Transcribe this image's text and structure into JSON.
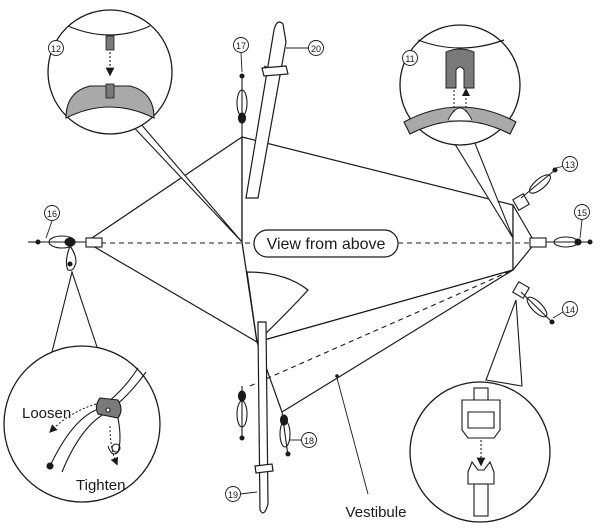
{
  "labels": {
    "view_from_above": "View from above",
    "vestibule": "Vestibule",
    "loosen": "Loosen",
    "tighten": "Tighten"
  },
  "callouts": {
    "n11": "⑪",
    "n12": "⑫",
    "n13": "⑬",
    "n14": "⑭",
    "n15": "⑮",
    "n16": "⑯",
    "n17": "⑰",
    "n18": "⑱",
    "n19": "⑲",
    "n20": "⑳"
  },
  "colors": {
    "line": "#1a1a1a",
    "gray_fill": "#a9a9a9",
    "dark_gray": "#7a7a7a",
    "background": "#ffffff"
  },
  "icons": [
    "guyline-tensioner-icon",
    "tent-stake-icon",
    "buckle-icon",
    "hook-icon"
  ]
}
